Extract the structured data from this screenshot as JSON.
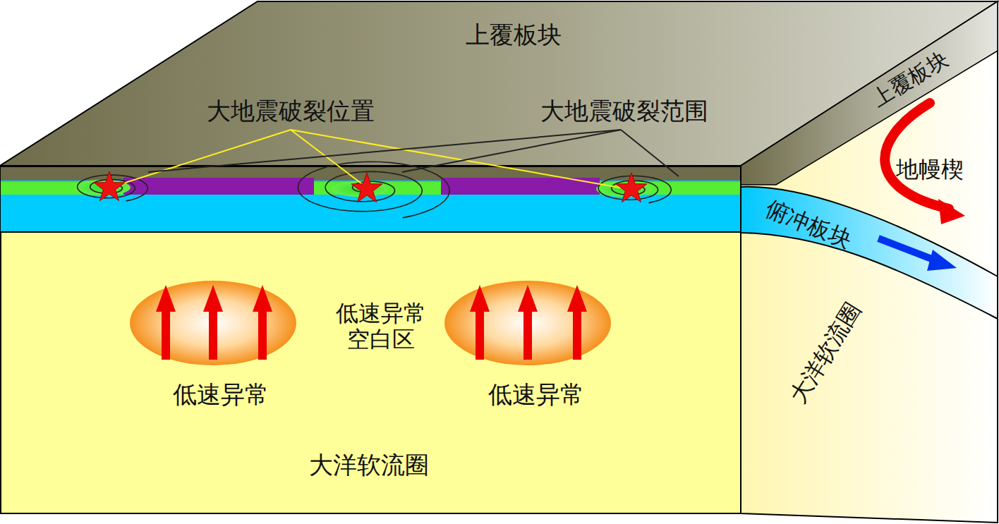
{
  "diagram": {
    "labels": [
      "上覆板块",
      "大地震破裂位置",
      "大地震破裂范围",
      "上覆板块",
      "地幔楔",
      "俯冲板块",
      "低速异常 空白区",
      "低速异常",
      "低速异常",
      "大洋软流圈",
      "大洋软流圈"
    ]
  }
}
